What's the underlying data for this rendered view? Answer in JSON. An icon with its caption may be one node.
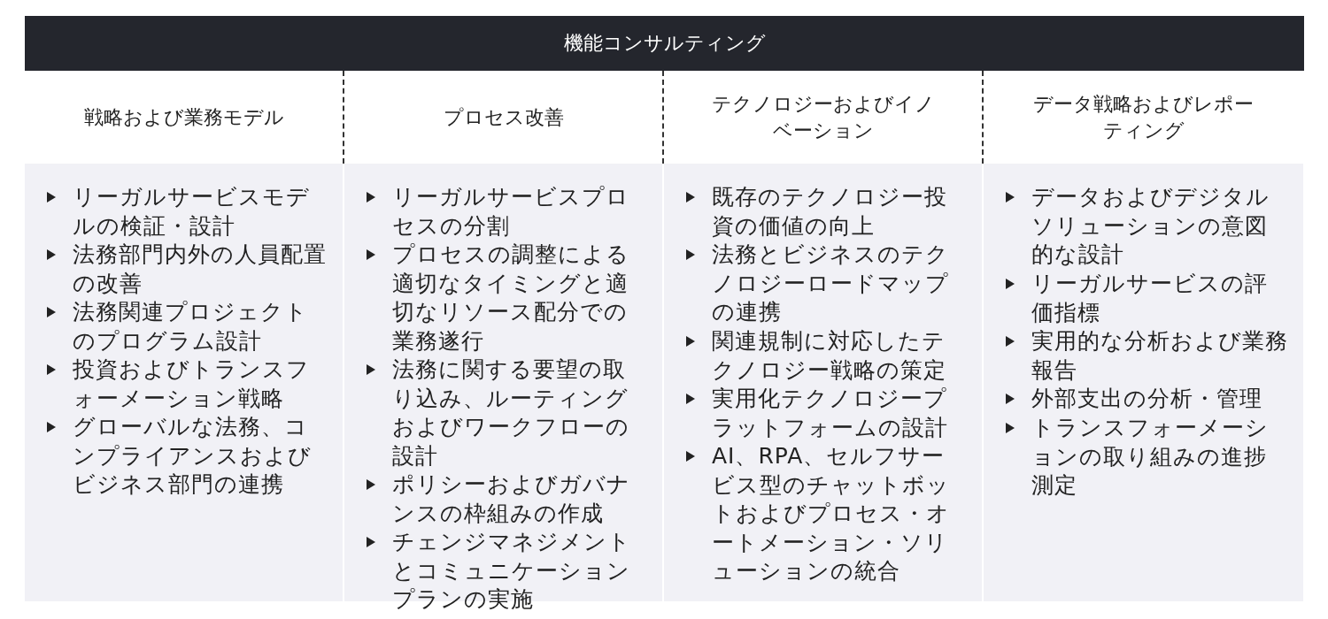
{
  "diagram": {
    "nodes": [
      {
        "text": [
          "機能コンサルティング"
        ]
      },
      {
        "text": [
          "戦略および業務モデル",
          "リーガルサービスモデルの検証・設計",
          "法務部門内外の人員配置の改善",
          "法務関連プロジェクトのプログラム設計",
          "投資およびトランスフォーメーション戦略",
          "グローバルな法務、コンプライアンスおよびビジネス部門の連携"
        ]
      },
      {
        "text": [
          "プロセス改善",
          "リーガルサービスプロセスの分割",
          "プロセスの調整による適切なタイミングと適切なリソース配分での業務遂行",
          "法務に関する要望の取り込み、ルーティングおよびワークフローの設計",
          "ポリシーおよびガバナンスの枠組みの作成",
          "チェンジマネジメントとコミュニケーションプランの実施"
        ]
      },
      {
        "text": [
          "テクノロジーおよびイノベーション",
          "既存のテクノロジー投資の価値の向上",
          "法務とビジネスのテクノロジーロードマップの連携",
          "関連規制に対応したテクノロジー戦略の策定",
          "実用化テクノロジープラットフォームの設計",
          "AI、RPA、セルフサービス型のチャットボットおよびプロセス・オートメーション・ソリューションの統合"
        ]
      },
      {
        "text": [
          "データ戦略およびレポーティング",
          "データおよびデジタルソリューションの意図的な設計",
          "リーガルサービスの評価指標",
          "実用的な分析および業務報告",
          "外部支出の分析・管理",
          "トランスフォーメーションの取り組みの進捗測定"
        ]
      }
    ],
    "edges": []
  }
}
